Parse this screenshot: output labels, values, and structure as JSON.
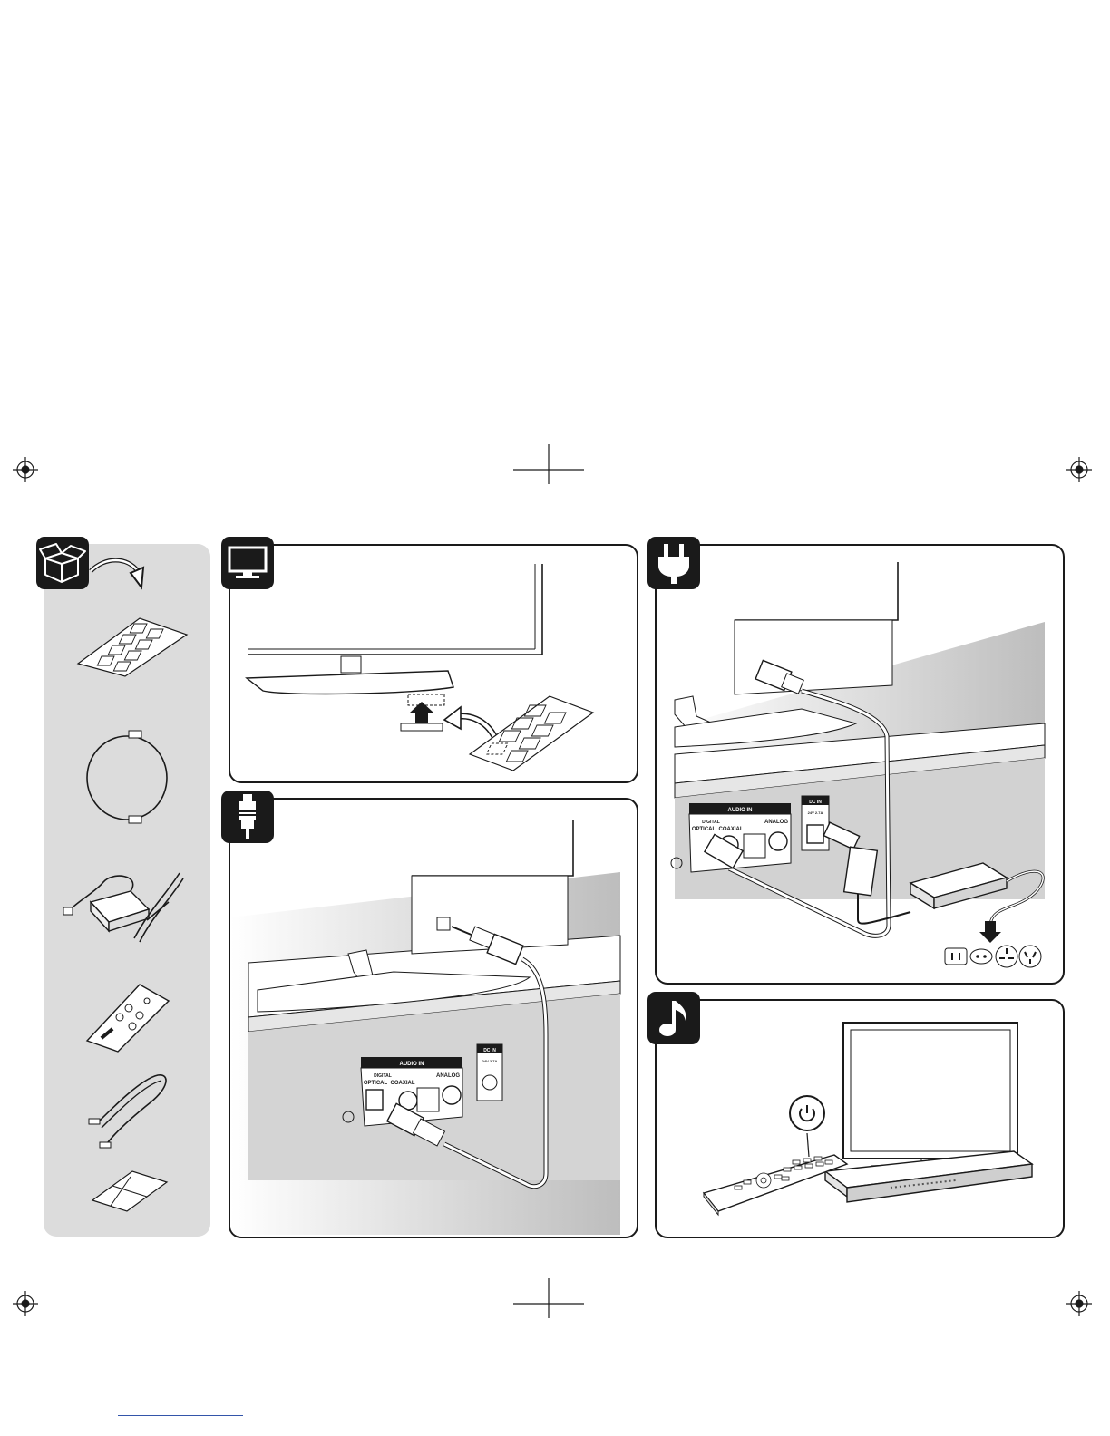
{
  "icons": {
    "unpack": "box-open-icon",
    "tv": "tv-icon",
    "cable": "optical-cable-icon",
    "power": "power-plug-icon",
    "music": "music-note-icon",
    "power_button": "power-button-icon"
  },
  "accessories": [
    "felt-pads-icon",
    "optical-cable-icon",
    "ac-adapter-icon",
    "remote-control-icon",
    "analog-cable-icon",
    "small-pads-icon"
  ],
  "jack_labels": {
    "audio_in": "AUDIO IN",
    "digital": "DIGITAL",
    "optical": "OPTICAL",
    "coaxial": "COAXIAL",
    "analog": "ANALOG",
    "dc_in": "DC IN",
    "dc_rating": "24V 2.7A"
  },
  "colors": {
    "ink": "#1a1a1a",
    "sidebar": "#dcdcdc",
    "shade": "#c8c8c8"
  }
}
